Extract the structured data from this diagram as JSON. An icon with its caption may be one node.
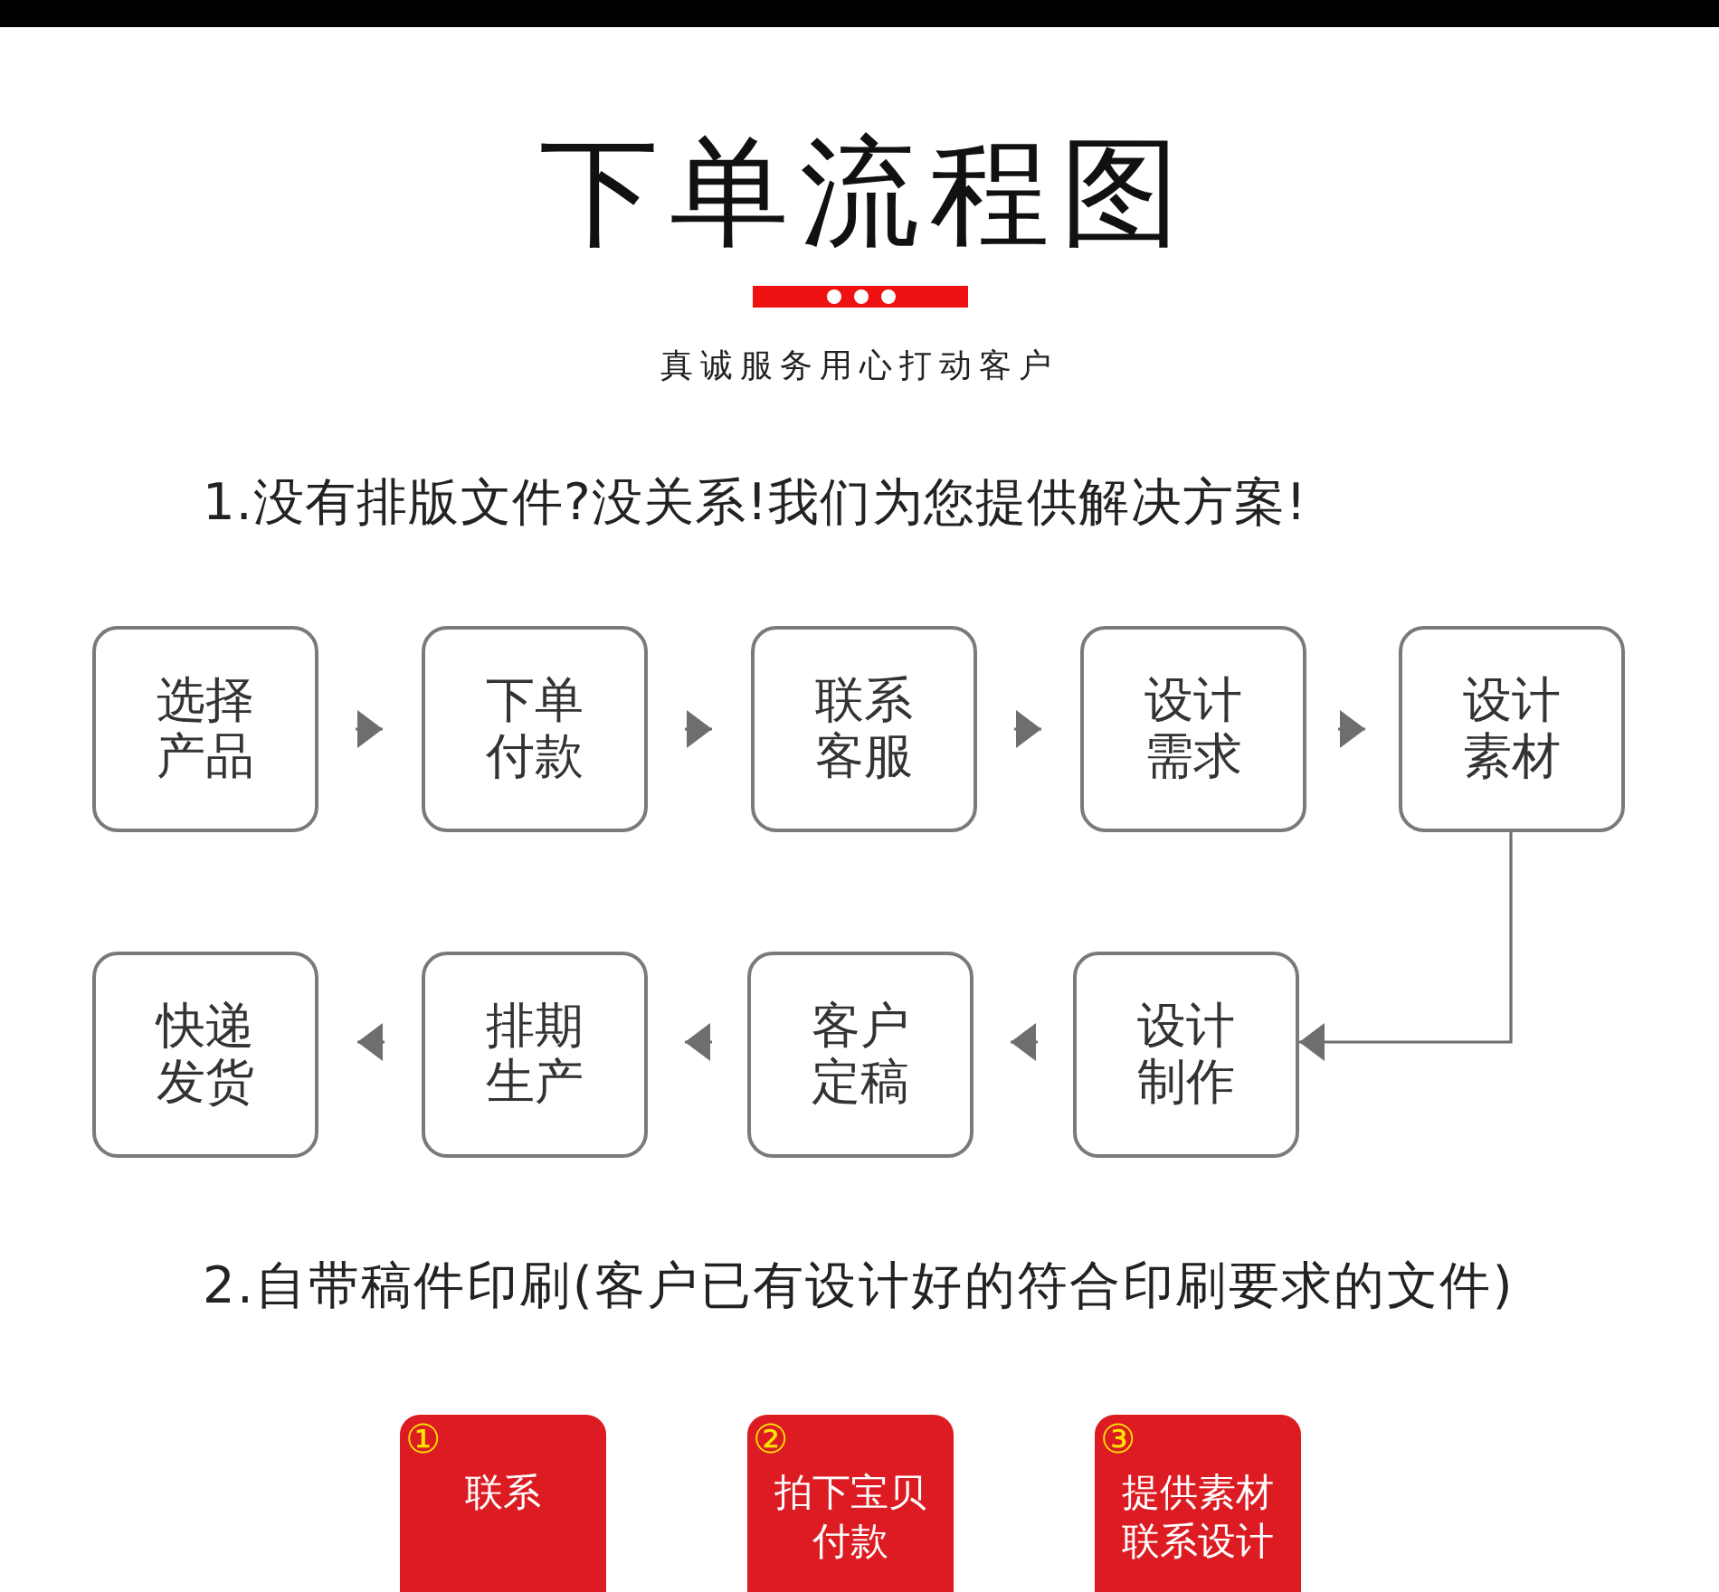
{
  "diagram": {
    "title": "下单流程图",
    "nodes": [
      {
        "text": [],
        "shape": "bar"
      },
      {
        "text": [
          "选择产品"
        ]
      },
      {
        "text": [
          "下单付款"
        ]
      },
      {
        "text": [
          "联系客服"
        ]
      },
      {
        "text": [
          "设计需求"
        ]
      },
      {
        "text": [
          "设计素材"
        ]
      },
      {
        "text": [
          "设计制作"
        ]
      },
      {
        "text": [
          "客户定稿"
        ]
      },
      {
        "text": [
          "排期生产"
        ]
      },
      {
        "text": [
          "快递发货"
        ]
      },
      {
        "text": [
          "①",
          "联系"
        ]
      },
      {
        "text": [
          "②",
          "拍下宝贝付款"
        ]
      },
      {
        "text": [
          "③",
          "提供素材联系设计"
        ]
      }
    ],
    "edges": [
      {
        "from": 1,
        "to": 2,
        "arrow": "to"
      },
      {
        "from": 2,
        "to": 3,
        "arrow": "to"
      },
      {
        "from": 3,
        "to": 4,
        "arrow": "to"
      },
      {
        "from": 4,
        "to": 5,
        "arrow": "to"
      },
      {
        "from": 5,
        "to": 6,
        "arrow": "to"
      },
      {
        "from": 6,
        "to": 7,
        "arrow": "to"
      },
      {
        "from": 7,
        "to": 8,
        "arrow": "to"
      },
      {
        "from": 8,
        "to": 9,
        "arrow": "to"
      }
    ],
    "labels": [
      "真诚服务用心打动客户",
      "1.没有排版文件?没关系!我们为您提供解决方案!",
      "2.自带稿件印刷(客户已有设计好的符合印刷要求的文件)"
    ]
  }
}
